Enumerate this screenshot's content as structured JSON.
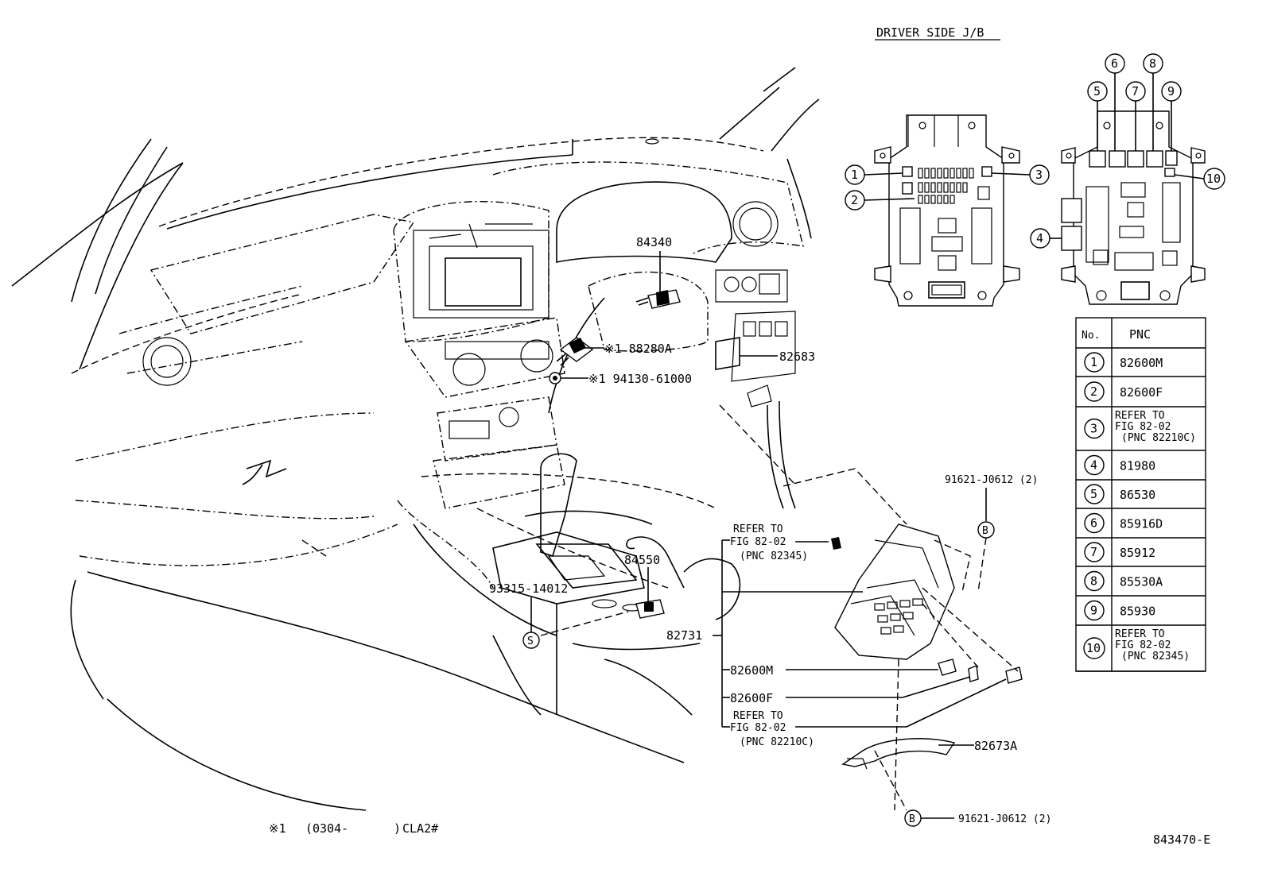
{
  "title": "DRIVER SIDE J/B",
  "diagram_id": "843470-E",
  "footnote": {
    "mark": "※1",
    "range_start": "(0304-",
    "range_end": ")",
    "model": "CLA2#"
  },
  "callouts": {
    "p84340": "84340",
    "p88280": "※1 88280A",
    "p94130": "※1 94130-61000",
    "p82683": "82683",
    "p84550": "84550",
    "p93315": "93315-14012",
    "p82731": "82731",
    "p82600m": "82600M",
    "p82600f": "82600F",
    "p82673a": "82673A",
    "p91621_top": "91621-J0612 (2)",
    "p91621_bot": "91621-J0612 (2)",
    "ref_82345": [
      "REFER TO",
      "FIG 82-02",
      "(PNC 82345)"
    ],
    "ref_82210c": [
      "REFER TO",
      "FIG 82-02",
      "(PNC 82210C)"
    ],
    "mark_s": "S",
    "mark_b": "B"
  },
  "jb_numbers": [
    "1",
    "2",
    "3",
    "4",
    "5",
    "6",
    "7",
    "8",
    "9",
    "10"
  ],
  "table": {
    "headers": [
      "No.",
      "PNC"
    ],
    "rows": [
      {
        "no": "1",
        "pnc": [
          "82600M"
        ]
      },
      {
        "no": "2",
        "pnc": [
          "82600F"
        ]
      },
      {
        "no": "3",
        "pnc": [
          "REFER TO",
          "FIG 82-02",
          "(PNC 82210C)"
        ]
      },
      {
        "no": "4",
        "pnc": [
          "81980"
        ]
      },
      {
        "no": "5",
        "pnc": [
          "86530"
        ]
      },
      {
        "no": "6",
        "pnc": [
          "85916D"
        ]
      },
      {
        "no": "7",
        "pnc": [
          "85912"
        ]
      },
      {
        "no": "8",
        "pnc": [
          "85530A"
        ]
      },
      {
        "no": "9",
        "pnc": [
          "85930"
        ]
      },
      {
        "no": "10",
        "pnc": [
          "REFER TO",
          "FIG 82-02",
          "(PNC 82345)"
        ]
      }
    ]
  }
}
